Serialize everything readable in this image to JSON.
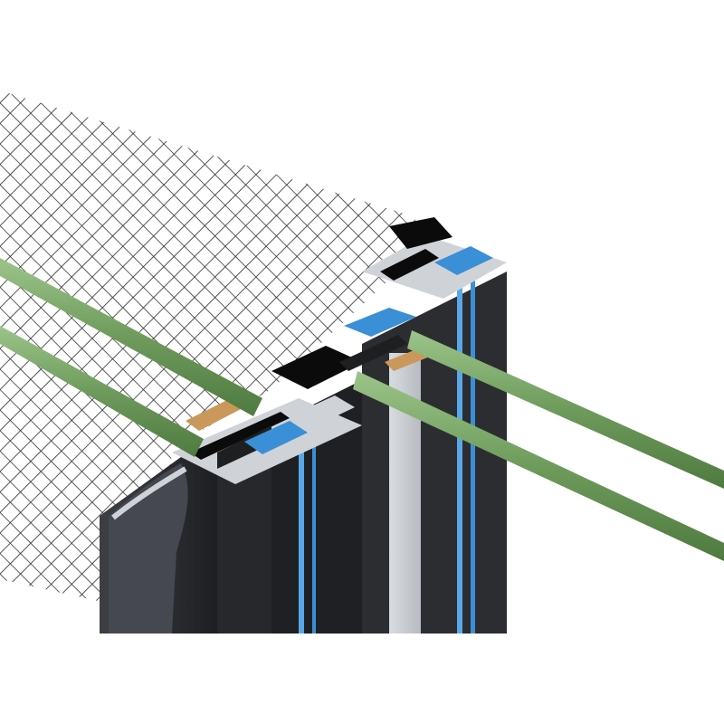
{
  "image": {
    "subject": "window-frame-profile-cross-section",
    "colors": {
      "background": "#ffffff",
      "frame": "#2b2d31",
      "frame_dark": "#1a1b1e",
      "frame_light": "#4a4c52",
      "section_face": "#cfd3d8",
      "section_cut": "#0b0b0c",
      "thermal_break": "#3a8fd6",
      "gasket_blue": "#5aa7e6",
      "glass_rod": "#6e9b5c",
      "glass_rod_highlight": "#9cc48a",
      "foam": "#1e1f21",
      "spacer": "#c9985a",
      "screen_mesh": "#1f1f1f"
    },
    "icons": [
      "insect-screen-mesh",
      "aluminium-profile",
      "glazing-panel"
    ]
  }
}
